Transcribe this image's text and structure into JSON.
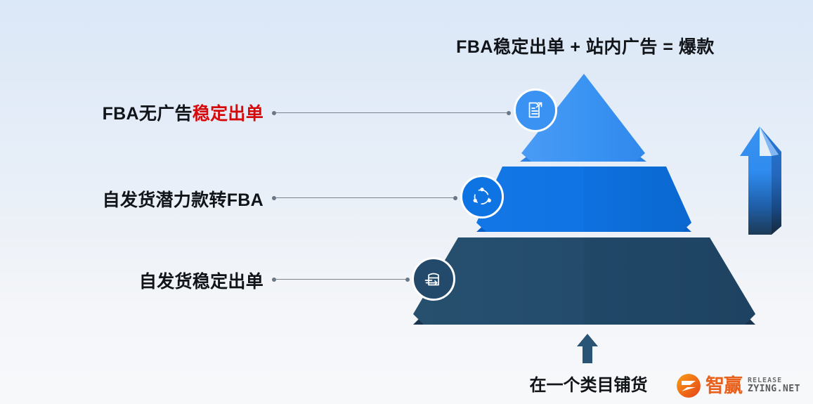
{
  "headline": "FBA稳定出单 + 站内广告 = 爆款",
  "levels": [
    {
      "id": "top",
      "label_prefix": "FBA无广告",
      "label_highlight": "稳定出单",
      "icon": "document-arrow-icon",
      "color": "#3a93f2"
    },
    {
      "id": "middle",
      "label_prefix": "自发货潜力款转FBA",
      "label_highlight": "",
      "icon": "share-nodes-icon",
      "color": "#0f74e3"
    },
    {
      "id": "bottom",
      "label_prefix": "自发货稳定出单",
      "label_highlight": "",
      "icon": "package-arrow-icon",
      "color": "#234a6b"
    }
  ],
  "bottom_caption": "在一个类目铺货",
  "logo": {
    "name": "智赢",
    "release": "RELEASE",
    "domain": "ZYING.NET",
    "mark_color": "#f07a1b"
  },
  "colors": {
    "highlight_red": "#d60a0a",
    "text_dark": "#111418",
    "connector_gray": "#7a848f",
    "arrow_blue_top": "#3a93f2",
    "arrow_blue_bottom": "#1c3a56"
  }
}
